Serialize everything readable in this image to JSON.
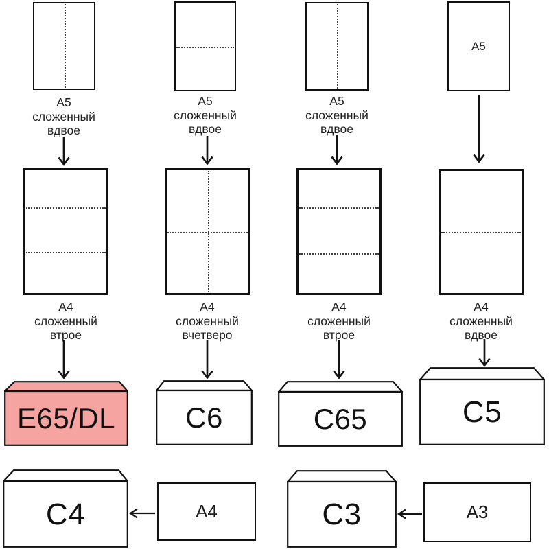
{
  "colors": {
    "highlight_envelope": "#f6a4a2",
    "ink": "#141414"
  },
  "columns": [
    {
      "a5_caption": [
        "A5",
        "сложенный",
        "вдвое"
      ],
      "a4_caption": [
        "A4",
        "сложенный",
        "втрое"
      ],
      "envelope": "E65/DL",
      "envelope_highlighted": true
    },
    {
      "a5_caption": [
        "A5",
        "сложенный",
        "вдвое"
      ],
      "a4_caption": [
        "A4",
        "сложенный",
        "вчетверо"
      ],
      "envelope": "C6",
      "envelope_highlighted": false
    },
    {
      "a5_caption": [
        "A5",
        "сложенный",
        "вдвое"
      ],
      "a4_caption": [
        "A4",
        "сложенный",
        "втрое"
      ],
      "envelope": "C65",
      "envelope_highlighted": false
    },
    {
      "a5_sheet_text": "A5",
      "a4_caption": [
        "A4",
        "сложенный",
        "вдвое"
      ],
      "envelope": "C5",
      "envelope_highlighted": false
    }
  ],
  "bottom_row": [
    {
      "envelope": "C4",
      "source_sheet": "A4"
    },
    {
      "envelope": "C3",
      "source_sheet": "A3"
    }
  ]
}
